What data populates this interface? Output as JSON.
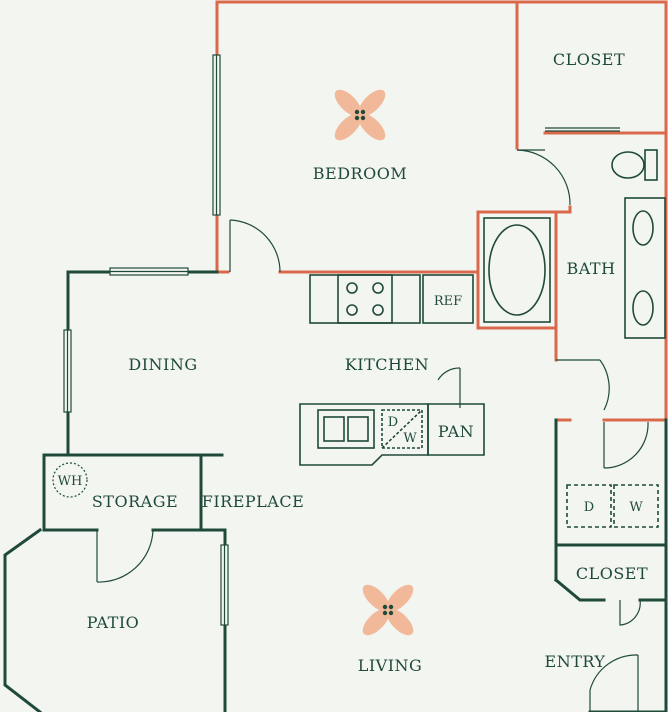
{
  "colors": {
    "background": "#f3f5f1",
    "wall": "#1f4a3a",
    "accent_wall": "#d9694a",
    "fan_blade": "#f2b89a"
  },
  "labels": {
    "closet_top": "CLOSET",
    "bedroom": "BEDROOM",
    "bath": "BATH",
    "ref": "REF",
    "dining": "DINING",
    "kitchen": "KITCHEN",
    "dw_top": "D",
    "dw_bottom": "W",
    "pan": "PAN",
    "wh": "WH",
    "storage": "STORAGE",
    "fireplace": "FIREPLACE",
    "dryer": "D",
    "washer": "W",
    "closet_entry": "CLOSET",
    "patio": "PATIO",
    "living": "LIVING",
    "entry": "ENTRY"
  }
}
